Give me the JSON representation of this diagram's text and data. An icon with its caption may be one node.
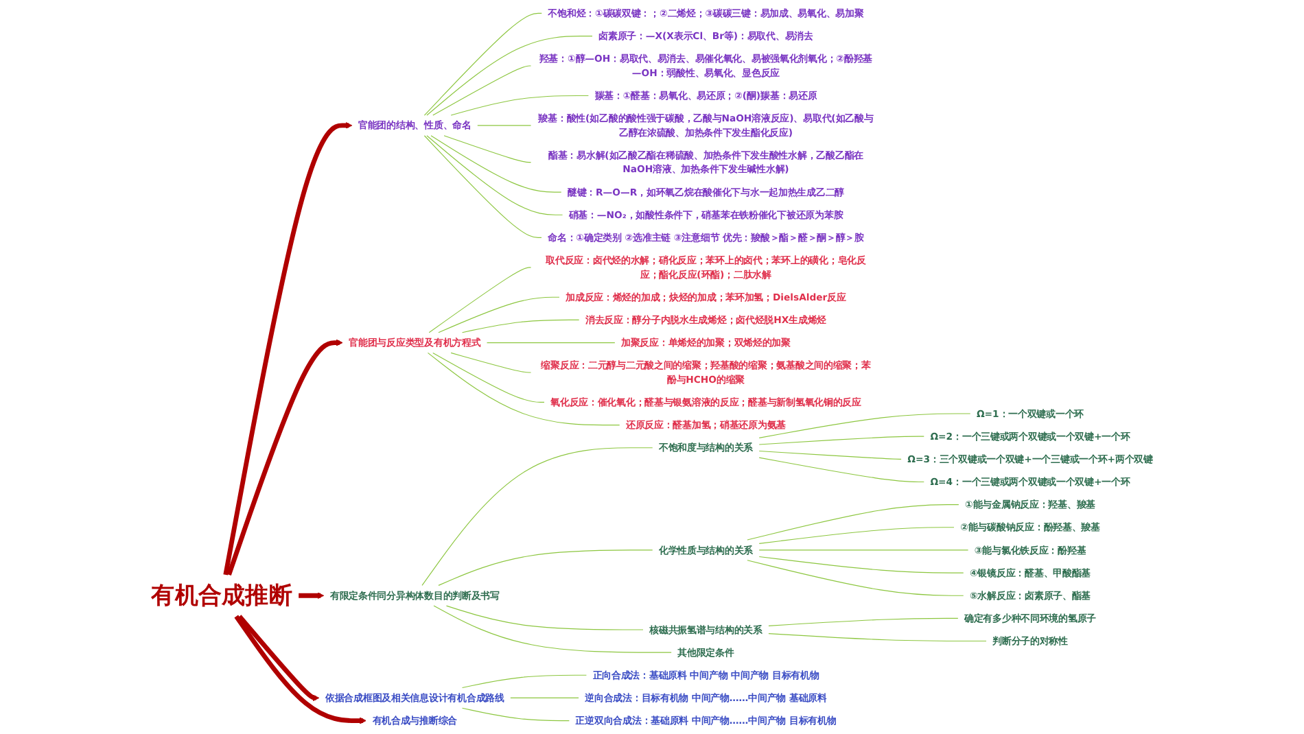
{
  "diagram": {
    "nodes": [
      {
        "text": [
          "有机合成推断"
        ]
      },
      {
        "text": [
          "官能团的结构、性质、命名"
        ]
      },
      {
        "text": [
          "不饱和烃：①碳碳双键：；②二烯烃；③碳碳三键：易加成、易氧化、易加聚"
        ]
      },
      {
        "text": [
          "卤素原子：—X(X表示Cl、Br等)：易取代、易消去"
        ]
      },
      {
        "text": [
          "羟基：①醇—OH：易取代、易消去、易催化氧化、易被强氧化剂氧化；②酚羟基—OH：弱酸性、易氧化、显色反应"
        ]
      },
      {
        "text": [
          "羰基：①醛基：易氧化、易还原；②(酮)羰基：易还原"
        ]
      },
      {
        "text": [
          "羧基：酸性(如乙酸的酸性强于碳酸，乙酸与NaOH溶液反应)、易取代(如乙酸与乙醇在浓硫酸、加热条件下发生酯化反应)"
        ]
      },
      {
        "text": [
          "酯基：易水解(如乙酸乙酯在稀硫酸、加热条件下发生酸性水解，乙酸乙酯在NaOH溶液、加热条件下发生碱性水解)"
        ]
      },
      {
        "text": [
          "醚键：R—O—R，如环氧乙烷在酸催化下与水一起加热生成乙二醇"
        ]
      },
      {
        "text": [
          "硝基：—NO₂，如酸性条件下，硝基苯在铁粉催化下被还原为苯胺"
        ]
      },
      {
        "text": [
          "命名：①确定类别 ②选准主链 ③注意细节 优先：羧酸＞酯＞醛＞酮＞醇＞胺"
        ]
      },
      {
        "text": [
          "官能团与反应类型及有机方程式"
        ]
      },
      {
        "text": [
          "取代反应：卤代烃的水解；硝化反应；苯环上的卤代；苯环上的磺化；皂化反应；酯化反应(环酯)；二肽水解"
        ]
      },
      {
        "text": [
          "加成反应：烯烃的加成；炔烃的加成；苯环加氢；DielsAlder反应"
        ]
      },
      {
        "text": [
          "消去反应：醇分子内脱水生成烯烃；卤代烃脱HX生成烯烃"
        ]
      },
      {
        "text": [
          "加聚反应：单烯烃的加聚；双烯烃的加聚"
        ]
      },
      {
        "text": [
          "缩聚反应：二元醇与二元酸之间的缩聚；羟基酸的缩聚；氨基酸之间的缩聚；苯酚与HCHO的缩聚"
        ]
      },
      {
        "text": [
          "氧化反应：催化氧化；醛基与银氨溶液的反应；醛基与新制氢氧化铜的反应"
        ]
      },
      {
        "text": [
          "还原反应：醛基加氢；硝基还原为氨基"
        ]
      },
      {
        "text": [
          "有限定条件同分异构体数目的判断及书写"
        ]
      },
      {
        "text": [
          "不饱和度与结构的关系"
        ]
      },
      {
        "text": [
          "Ω=1：一个双键或一个环"
        ]
      },
      {
        "text": [
          "Ω=2：一个三键或两个双键或一个双键+一个环"
        ]
      },
      {
        "text": [
          "Ω=3：三个双键或一个双键+一个三键或一个环+两个双键"
        ]
      },
      {
        "text": [
          "Ω=4：一个三键或两个双键或一个双键+一个环"
        ]
      },
      {
        "text": [
          "化学性质与结构的关系"
        ]
      },
      {
        "text": [
          "①能与金属钠反应：羟基、羧基"
        ]
      },
      {
        "text": [
          "②能与碳酸钠反应：酚羟基、羧基"
        ]
      },
      {
        "text": [
          "③能与氯化铁反应：酚羟基"
        ]
      },
      {
        "text": [
          "④银镜反应：醛基、甲酸酯基"
        ]
      },
      {
        "text": [
          "⑤水解反应：卤素原子、酯基"
        ]
      },
      {
        "text": [
          "核磁共振氢谱与结构的关系"
        ]
      },
      {
        "text": [
          "确定有多少种不同环境的氢原子"
        ]
      },
      {
        "text": [
          "判断分子的对称性"
        ]
      },
      {
        "text": [
          "其他限定条件"
        ]
      },
      {
        "text": [
          "依据合成框图及相关信息设计有机合成路线"
        ]
      },
      {
        "text": [
          "正向合成法：基础原料 中间产物 中间产物 目标有机物"
        ]
      },
      {
        "text": [
          "逆向合成法：目标有机物 中间产物……中间产物 基础原料"
        ]
      },
      {
        "text": [
          "正逆双向合成法：基础原料 中间产物……中间产物 目标有机物"
        ]
      },
      {
        "text": [
          "有机合成与推断综合"
        ]
      }
    ],
    "edges": [
      {
        "from": 0,
        "to": 1,
        "arrow": "to",
        "style": "thick",
        "color": "#b00000"
      },
      {
        "from": 0,
        "to": 11,
        "arrow": "to",
        "style": "thick",
        "color": "#b00000"
      },
      {
        "from": 0,
        "to": 19,
        "arrow": "to",
        "style": "thick",
        "color": "#b00000"
      },
      {
        "from": 0,
        "to": 35,
        "arrow": "to",
        "style": "thick",
        "color": "#b00000"
      },
      {
        "from": 0,
        "to": 39,
        "arrow": "to",
        "style": "thick",
        "color": "#b00000"
      },
      {
        "from": 1,
        "to": 2,
        "arrow": "none"
      },
      {
        "from": 1,
        "to": 3,
        "arrow": "none"
      },
      {
        "from": 1,
        "to": 4,
        "arrow": "none"
      },
      {
        "from": 1,
        "to": 5,
        "arrow": "none"
      },
      {
        "from": 1,
        "to": 6,
        "arrow": "none"
      },
      {
        "from": 1,
        "to": 7,
        "arrow": "none"
      },
      {
        "from": 1,
        "to": 8,
        "arrow": "none"
      },
      {
        "from": 1,
        "to": 9,
        "arrow": "none"
      },
      {
        "from": 1,
        "to": 10,
        "arrow": "none"
      },
      {
        "from": 11,
        "to": 12,
        "arrow": "none"
      },
      {
        "from": 11,
        "to": 13,
        "arrow": "none"
      },
      {
        "from": 11,
        "to": 14,
        "arrow": "none"
      },
      {
        "from": 11,
        "to": 15,
        "arrow": "none"
      },
      {
        "from": 11,
        "to": 16,
        "arrow": "none"
      },
      {
        "from": 11,
        "to": 17,
        "arrow": "none"
      },
      {
        "from": 11,
        "to": 18,
        "arrow": "none"
      },
      {
        "from": 19,
        "to": 20,
        "arrow": "none"
      },
      {
        "from": 19,
        "to": 25,
        "arrow": "none"
      },
      {
        "from": 19,
        "to": 31,
        "arrow": "none"
      },
      {
        "from": 19,
        "to": 34,
        "arrow": "none"
      },
      {
        "from": 20,
        "to": 21,
        "arrow": "none"
      },
      {
        "from": 20,
        "to": 22,
        "arrow": "none"
      },
      {
        "from": 20,
        "to": 23,
        "arrow": "none"
      },
      {
        "from": 20,
        "to": 24,
        "arrow": "none"
      },
      {
        "from": 25,
        "to": 26,
        "arrow": "none"
      },
      {
        "from": 25,
        "to": 27,
        "arrow": "none"
      },
      {
        "from": 25,
        "to": 28,
        "arrow": "none"
      },
      {
        "from": 25,
        "to": 29,
        "arrow": "none"
      },
      {
        "from": 25,
        "to": 30,
        "arrow": "none"
      },
      {
        "from": 31,
        "to": 32,
        "arrow": "none"
      },
      {
        "from": 31,
        "to": 33,
        "arrow": "none"
      },
      {
        "from": 35,
        "to": 36,
        "arrow": "none"
      },
      {
        "from": 35,
        "to": 37,
        "arrow": "none"
      },
      {
        "from": 35,
        "to": 38,
        "arrow": "none"
      }
    ]
  }
}
